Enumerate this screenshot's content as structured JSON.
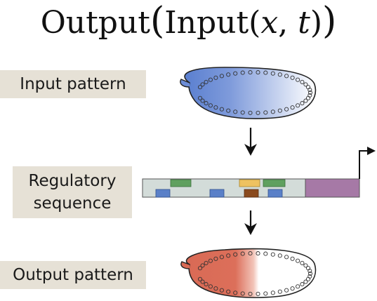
{
  "title": {
    "outer": "Output",
    "open_paren": "(",
    "inner": "Input",
    "inner_open": "(",
    "var_x": "x",
    "comma": ", ",
    "var_t": "t",
    "inner_close": ")",
    "close_paren": ")"
  },
  "labels": {
    "input_pattern": "Input pattern",
    "regulatory_line1": "Regulatory",
    "regulatory_line2": "sequence",
    "output_pattern": "Output pattern"
  },
  "colors": {
    "label_bg": "#e6e1d6",
    "input_gradient_start": "#5a7fd0",
    "input_gradient_end": "#ffffff",
    "output_red": "#d96a55",
    "dna_bg": "#d3dcd9",
    "promoter": "#a679a6",
    "site_green": "#5fa05f",
    "site_blue": "#5a80c8",
    "site_yellow": "#eec261",
    "site_brown": "#8a4a1e"
  }
}
